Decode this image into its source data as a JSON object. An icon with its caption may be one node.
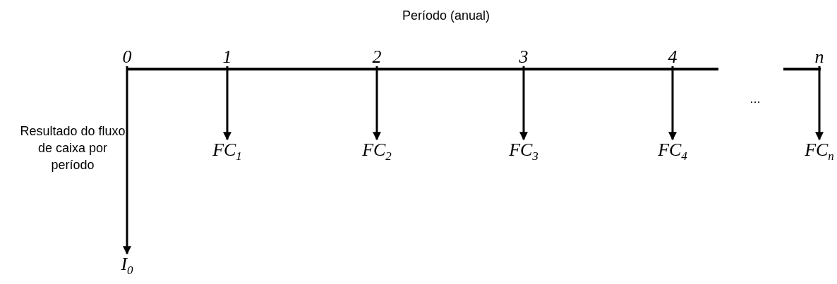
{
  "diagram": {
    "title": "Período (anual)",
    "nodes": [
      {
        "text": [
          "0"
        ]
      },
      {
        "text": [
          "1"
        ]
      },
      {
        "text": [
          "2"
        ]
      },
      {
        "text": [
          "3"
        ]
      },
      {
        "text": [
          "4"
        ]
      },
      {
        "text": [
          "n"
        ]
      },
      {
        "text": [
          "I$_{0}$"
        ]
      },
      {
        "text": [
          "FC$_{1}$"
        ]
      },
      {
        "text": [
          "FC$_{2}$"
        ]
      },
      {
        "text": [
          "FC$_{3}$"
        ]
      },
      {
        "text": [
          "FC$_{4}$"
        ]
      },
      {
        "text": [
          "FC$_{n}$"
        ]
      }
    ],
    "edges": [
      {
        "from": 0,
        "to": 6,
        "arrow": "to"
      },
      {
        "from": 1,
        "to": 7,
        "arrow": "to"
      },
      {
        "from": 2,
        "to": 8,
        "arrow": "to"
      },
      {
        "from": 3,
        "to": 9,
        "arrow": "to"
      },
      {
        "from": 4,
        "to": 10,
        "arrow": "to"
      },
      {
        "from": 5,
        "to": 11,
        "arrow": "to"
      }
    ],
    "labels": [
      "...",
      "Resultado do fluxo de caixa por período"
    ]
  }
}
